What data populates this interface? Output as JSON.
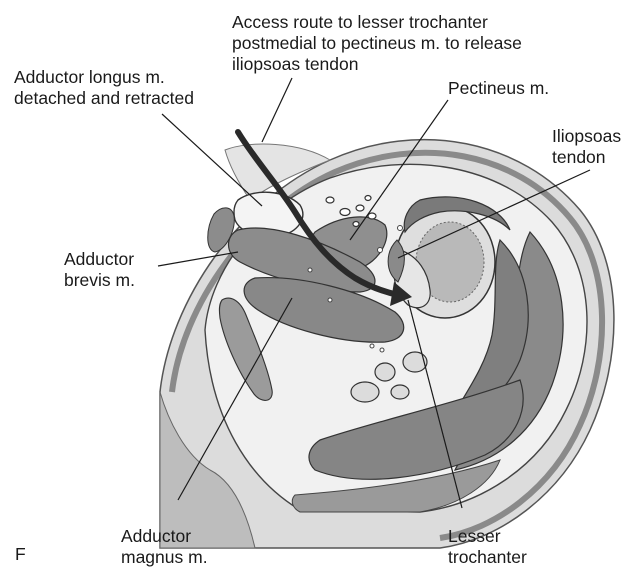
{
  "figure": {
    "panel_letter": "F",
    "colors": {
      "ink": "#1a1a1a",
      "muscle": "#7f7f7f",
      "fat": "#c9c9c9",
      "skin": "#a9a9a9",
      "arrow": "#2a2a2a"
    }
  },
  "labels": {
    "access_route": {
      "line1": "Access route to lesser trochanter",
      "line2": "postmedial to pectineus m. to release",
      "line3": "iliopsoas tendon"
    },
    "adductor_longus": {
      "line1": "Adductor longus m.",
      "line2": "detached and retracted"
    },
    "pectineus": {
      "line1": "Pectineus m."
    },
    "iliopsoas": {
      "line1": "Iliopsoas",
      "line2": "tendon"
    },
    "adductor_brevis": {
      "line1": "Adductor",
      "line2": "brevis m."
    },
    "adductor_magnus": {
      "line1": "Adductor",
      "line2": "magnus m."
    },
    "lesser_trochanter": {
      "line1": "Lesser",
      "line2": "trochanter"
    }
  }
}
